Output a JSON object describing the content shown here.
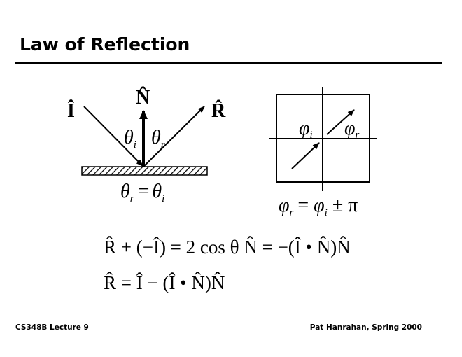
{
  "slide": {
    "title": "Law of Reflection",
    "footer_left": "CS348B Lecture 9",
    "footer_right": "Pat Hanrahan, Spring 2000"
  },
  "reflection_diagram": {
    "incident_label": "Î",
    "normal_label": "N̂",
    "reflected_label": "R̂",
    "theta_i": "θ",
    "theta_i_sub": "i",
    "theta_r": "θ",
    "theta_r_sub": "r",
    "law_equation": {
      "lhs": "θ",
      "lhs_sub": "r",
      "eq": "=",
      "rhs": "θ",
      "rhs_sub": "i"
    }
  },
  "azimuth_diagram": {
    "phi_i": "φ",
    "phi_i_sub": "i",
    "phi_r": "φ",
    "phi_r_sub": "r",
    "equation": {
      "lhs": "φ",
      "lhs_sub": "r",
      "mid": "= ",
      "rhs": "φ",
      "rhs_sub": "i",
      "tail": " ± π"
    }
  },
  "equations": [
    "R̂ + (−Î) = 2 cos θ N̂ = −(Î • N̂)N̂",
    "R̂ = Î − (Î • N̂)N̂"
  ]
}
